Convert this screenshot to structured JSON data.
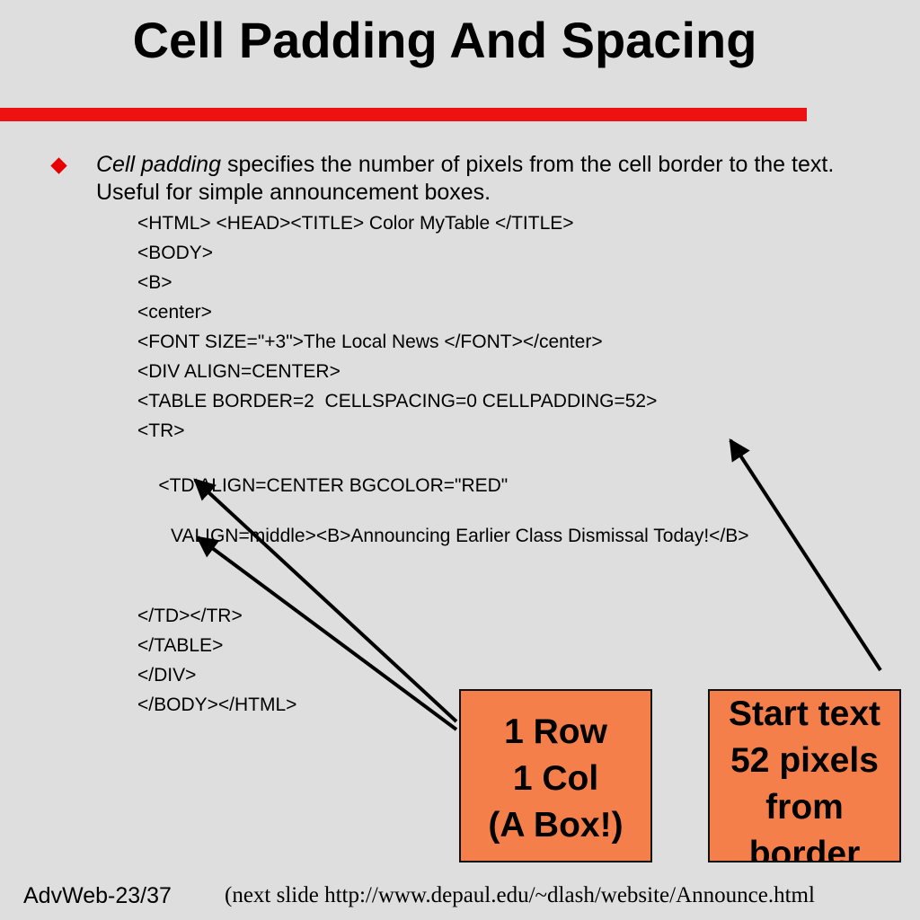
{
  "slide": {
    "title": "Cell Padding And Spacing",
    "bullet": {
      "term": "Cell padding",
      "text": " specifies the number of pixels from the cell border to the text. Useful for simple announcement boxes."
    },
    "code_lines": [
      "<HTML> <HEAD><TITLE> Color MyTable </TITLE>",
      "<BODY>",
      "<B>",
      "<center>",
      "<FONT SIZE=\"+3\">The Local News </FONT></center>",
      "<DIV ALIGN=CENTER>",
      "<TABLE BORDER=2  CELLSPACING=0 CELLPADDING=52>",
      "<TR>",
      "<TD ALIGN=CENTER BGCOLOR=\"RED\"",
      "VALIGN=middle><B>Announcing Earlier Class Dismissal Today!</B>",
      "</TD></TR>",
      "</TABLE>",
      "</DIV>",
      "</BODY></HTML>"
    ],
    "callouts": {
      "box": [
        "1 Row",
        "1 Col",
        "(A Box!)"
      ],
      "padding": [
        "Start text",
        "52 pixels",
        "from",
        "border"
      ]
    },
    "footer": {
      "slide_number": "AdvWeb-23/37",
      "next": "(next slide http://www.depaul.edu/~dlash/website/Announce.html"
    },
    "colors": {
      "rule": "#ee1111",
      "bullet": "#e80000",
      "callout_fill": "#f47f4b",
      "background": "#dedede"
    }
  }
}
